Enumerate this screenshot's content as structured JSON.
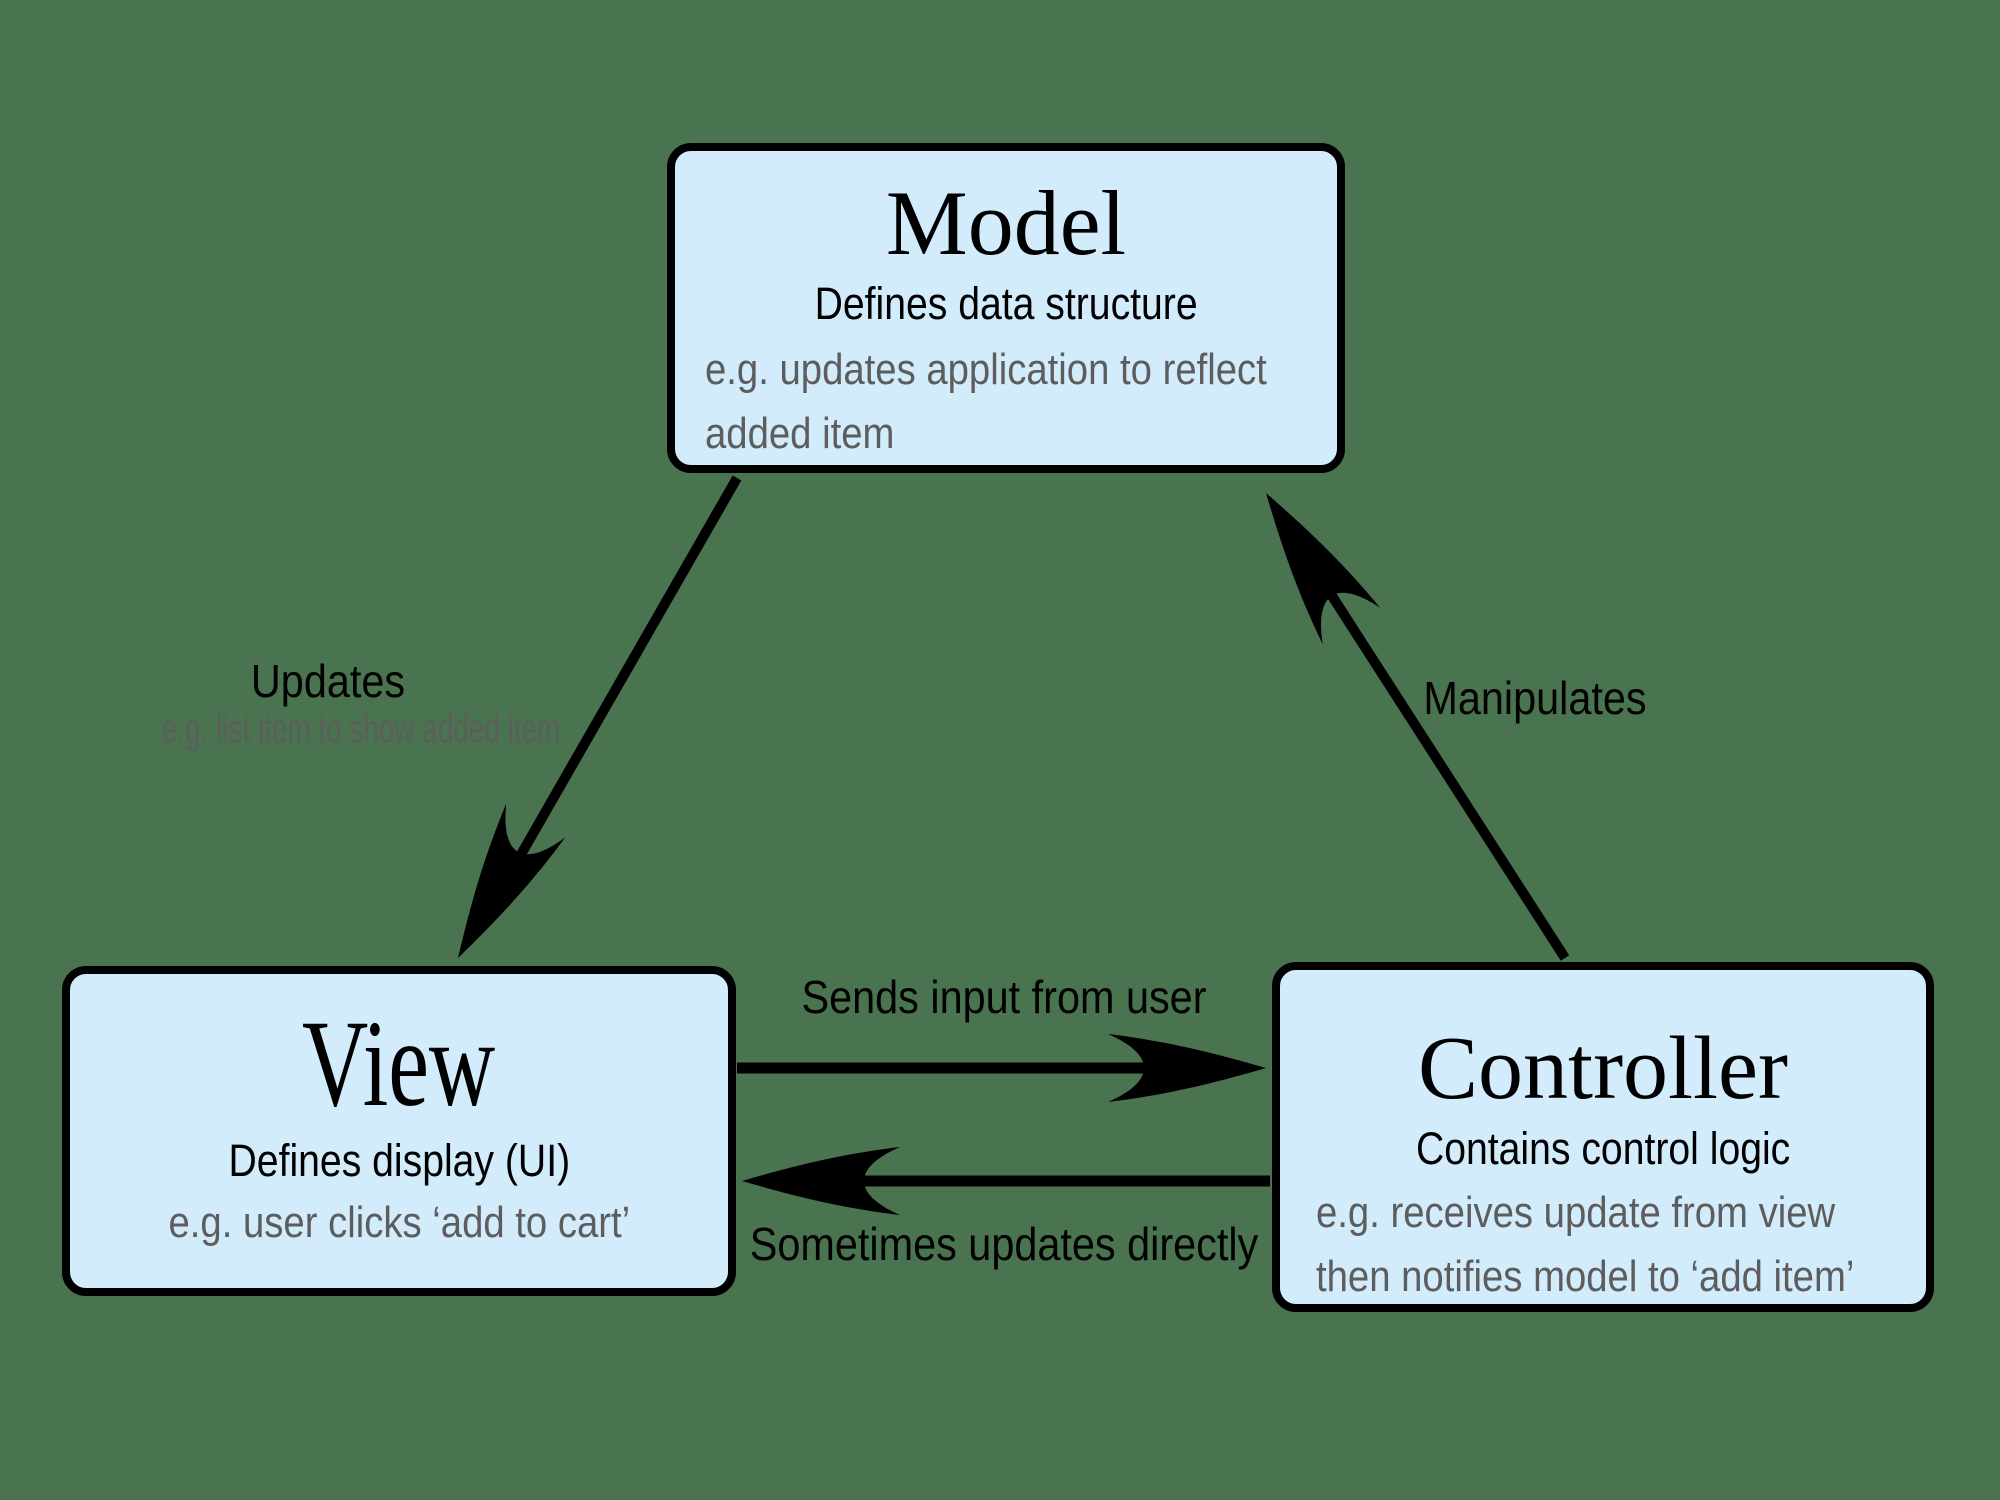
{
  "colors": {
    "background": "#4a734f",
    "node_fill": "#d2ecfc",
    "node_border": "#000000",
    "text_primary": "#000000",
    "text_secondary": "#5d5d5d"
  },
  "nodes": {
    "model": {
      "title": "Model",
      "subtitle": "Defines data structure",
      "example_line1": "e.g. updates application to reflect",
      "example_line2": "added item"
    },
    "view": {
      "title": "View",
      "subtitle": "Defines display (UI)",
      "example_line1": "e.g. user clicks ‘add to cart’"
    },
    "controller": {
      "title": "Controller",
      "subtitle": "Contains control logic",
      "example_line1": "e.g. receives update from view",
      "example_line2": "then notifies model to ‘add item’"
    }
  },
  "edges": {
    "model_to_view": {
      "label": "Updates",
      "sublabel": "e.g. list item to show added item"
    },
    "controller_to_model": {
      "label": "Manipulates"
    },
    "view_to_controller": {
      "label": "Sends input from user"
    },
    "controller_to_view": {
      "label": "Sometimes updates directly"
    }
  }
}
